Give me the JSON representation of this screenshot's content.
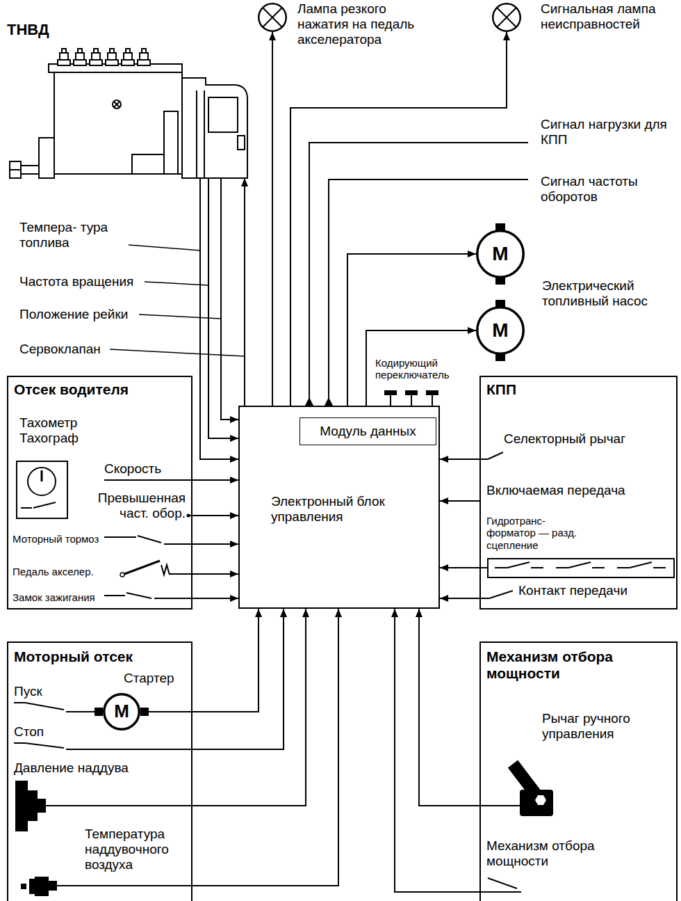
{
  "diagram": {
    "nodes": [
      {
        "text": [
          "ТНВД"
        ]
      },
      {
        "text": [
          "Лампа резкого нажатия на педаль акселератора"
        ]
      },
      {
        "text": [
          "Сигнальная лампа неисправностей"
        ]
      },
      {
        "text": [
          "M"
        ]
      },
      {
        "text": [
          "M"
        ]
      },
      {
        "text": [
          "Отсек водителя"
        ]
      },
      {
        "text": [
          "Электронный блок управления"
        ]
      },
      {
        "text": [
          "Модуль данных"
        ],
        "in": 6
      },
      {
        "text": [
          "КПП"
        ]
      },
      {
        "text": [
          "Моторный отсек"
        ]
      },
      {
        "text": [
          "Стартер",
          "M"
        ],
        "in": 9
      },
      {
        "text": [
          "Механизм отбора мощности"
        ]
      }
    ],
    "edges": [
      {
        "from": 0,
        "to": 6,
        "arrow": "to"
      },
      {
        "from": 0,
        "to": 6,
        "arrow": "to"
      },
      {
        "from": 0,
        "to": 6,
        "arrow": "to"
      },
      {
        "from": 6,
        "to": 0,
        "arrow": "to"
      },
      {
        "from": 6,
        "to": 1,
        "arrow": "to"
      },
      {
        "from": 6,
        "to": 2,
        "arrow": "to"
      },
      {
        "from": 6,
        "to": 3,
        "arrow": "to"
      },
      {
        "from": 6,
        "to": 4,
        "arrow": "to"
      },
      {
        "from": 5,
        "to": 6,
        "arrow": "to"
      },
      {
        "from": 5,
        "to": 6,
        "arrow": "to"
      },
      {
        "from": 5,
        "to": 6,
        "arrow": "to"
      },
      {
        "from": 5,
        "to": 6,
        "arrow": "to"
      },
      {
        "from": 5,
        "to": 6,
        "arrow": "to"
      },
      {
        "from": 8,
        "to": 6,
        "arrow": "to"
      },
      {
        "from": 8,
        "to": 6,
        "arrow": "to"
      },
      {
        "from": 8,
        "to": 6,
        "arrow": "to"
      },
      {
        "from": 8,
        "to": 6,
        "arrow": "to"
      },
      {
        "from": 10,
        "to": 6,
        "arrow": "to"
      },
      {
        "from": 9,
        "to": 6,
        "arrow": "to"
      },
      {
        "from": 9,
        "to": 6,
        "arrow": "to"
      },
      {
        "from": 9,
        "to": 6,
        "arrow": "to"
      },
      {
        "from": 11,
        "to": 6,
        "arrow": "to"
      },
      {
        "from": 11,
        "to": 6,
        "arrow": "to"
      }
    ],
    "labels": [
      "Темпера- тура топлива",
      "Частота вращения",
      "Положение рейки",
      "Сервоклапан",
      "Сигнал нагрузки для КПП",
      "Сигнал частоты оборотов",
      "Электрический топливный насос",
      "Кодирующий переключатель",
      "Тахометр Тахограф",
      "Скорость",
      "Превышенная част. обор.",
      "Моторный тормоз",
      "Педаль акселер.",
      "Замок зажигания",
      "Селекторный рычаг",
      "Включаемая передача",
      "Гидротранс- форматор — разд. сцепление",
      "Контакт передачи",
      "Пуск",
      "Стоп",
      "Давление наддува",
      "Температура наддувочного воздуха",
      "Рычаг ручного управления",
      "Механизм отбора мощности"
    ]
  }
}
